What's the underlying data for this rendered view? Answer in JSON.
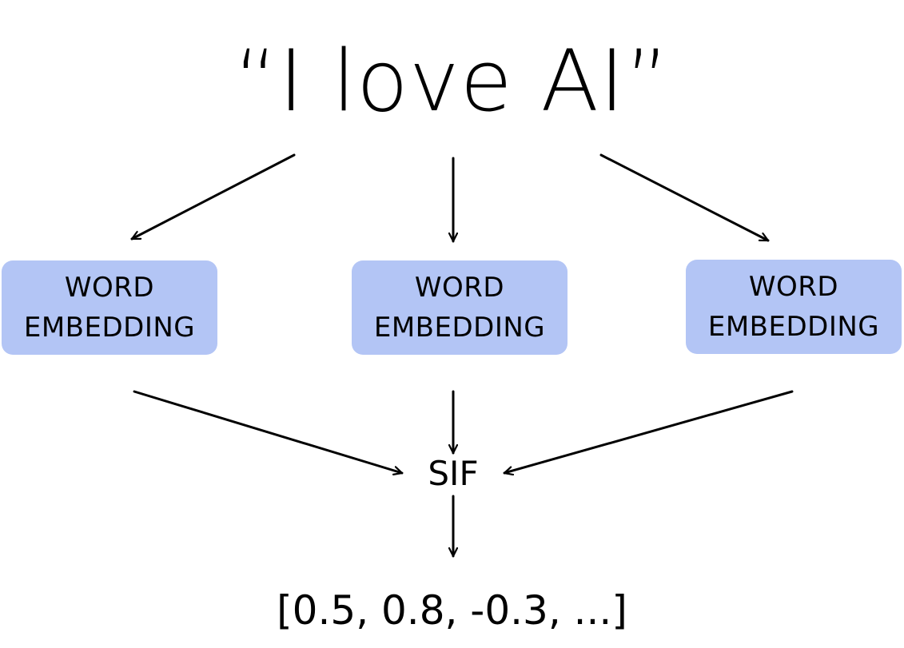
{
  "sentence": "“I love AI”",
  "boxes": [
    {
      "line1": "WORD",
      "line2": "EMBEDDING"
    },
    {
      "line1": "WORD",
      "line2": "EMBEDDING"
    },
    {
      "line1": "WORD",
      "line2": "EMBEDDING"
    }
  ],
  "sif": "SIF",
  "output": "[0.5, 0.8, -0.3, ...]",
  "colors": {
    "box_fill": "#b3c5f5",
    "arrow": "#000000",
    "text": "#000000"
  }
}
